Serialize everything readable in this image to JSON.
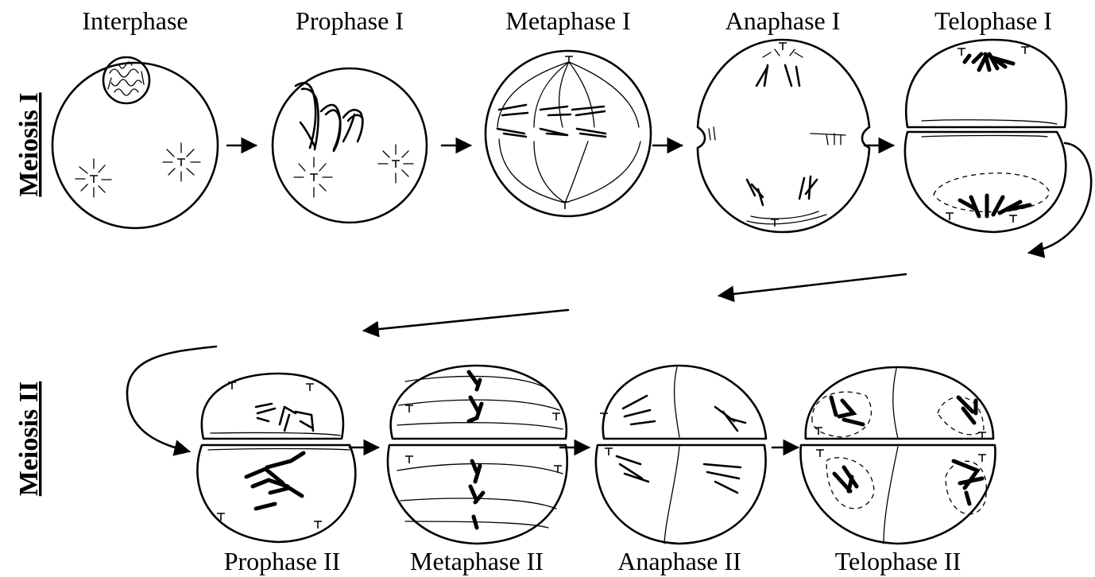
{
  "side_labels": {
    "meiosis1": "Meiosis I",
    "meiosis2": "Meiosis II"
  },
  "stages_row1": [
    {
      "label": "Interphase"
    },
    {
      "label": "Prophase I"
    },
    {
      "label": "Metaphase I"
    },
    {
      "label": "Anaphase I"
    },
    {
      "label": "Telophase I"
    }
  ],
  "stages_row2": [
    {
      "label": "Prophase II"
    },
    {
      "label": "Metaphase II"
    },
    {
      "label": "Anaphase II"
    },
    {
      "label": "Telophase II"
    }
  ]
}
